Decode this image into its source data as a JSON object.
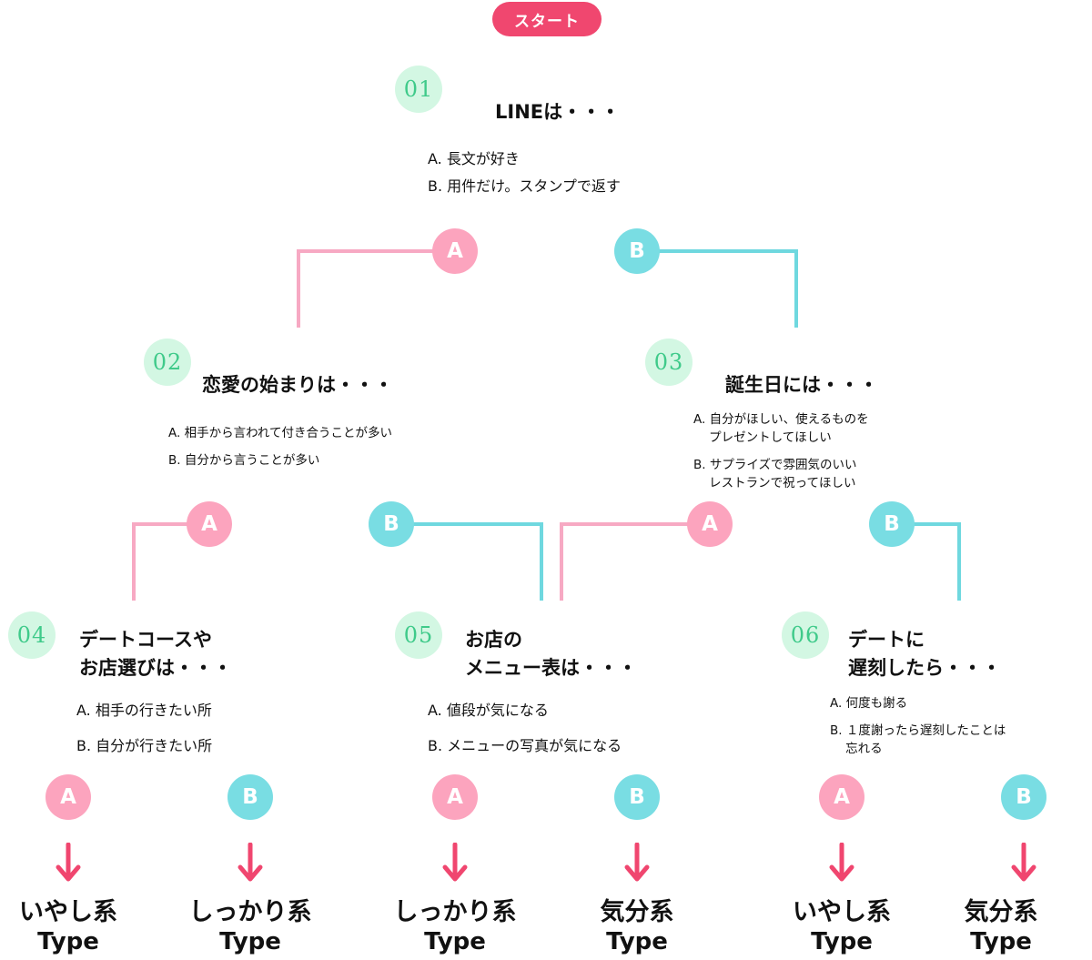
{
  "colors": {
    "start": "#f0476f",
    "a_badge": "#fca4be",
    "a_line": "#f7a9c3",
    "b_badge": "#79dde3",
    "b_line": "#6fd8df",
    "num_bg": "#d3f7e3",
    "num_text": "#3fca8a",
    "arrow": "#f0466f"
  },
  "start_label": "スタート",
  "questions": [
    {
      "num": "01",
      "title": "LINEは・・・",
      "options": [
        "A. 長文が好き",
        "B. 用件だけ。スタンプで返す"
      ]
    },
    {
      "num": "02",
      "title": "恋愛の始まりは・・・",
      "options": [
        "A. 相手から言われて付き合うことが多い",
        "B. 自分から言うことが多い"
      ]
    },
    {
      "num": "03",
      "title": "誕生日には・・・",
      "options": [
        "A. 自分がほしい、使えるものを\n    プレゼントしてほしい",
        "B. サプライズで雰囲気のいい\n    レストランで祝ってほしい"
      ]
    },
    {
      "num": "04",
      "title": "デートコースや\nお店選びは・・・",
      "options": [
        "A. 相手の行きたい所",
        "B. 自分が行きたい所"
      ]
    },
    {
      "num": "05",
      "title": "お店の\nメニュー表は・・・",
      "options": [
        "A. 値段が気になる",
        "B. メニューの写真が気になる"
      ]
    },
    {
      "num": "06",
      "title": "デートに\n遅刻したら・・・",
      "options": [
        "A. 何度も謝る",
        "B. １度謝ったら遅刻したことは\n    忘れる"
      ]
    }
  ],
  "choice_labels": {
    "a": "A",
    "b": "B"
  },
  "results": [
    {
      "name": "いやし系",
      "type": "Type"
    },
    {
      "name": "しっかり系",
      "type": "Type"
    },
    {
      "name": "しっかり系",
      "type": "Type"
    },
    {
      "name": "気分系",
      "type": "Type"
    },
    {
      "name": "いやし系",
      "type": "Type"
    },
    {
      "name": "気分系",
      "type": "Type"
    }
  ]
}
